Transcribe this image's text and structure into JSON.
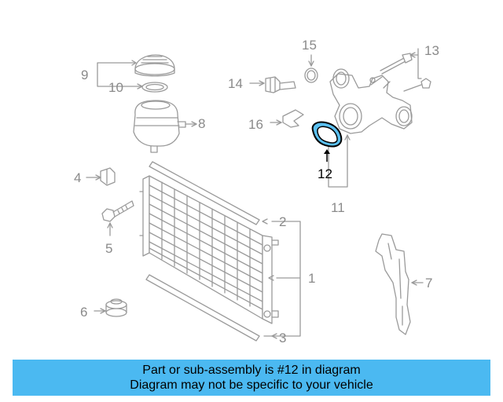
{
  "diagram": {
    "callouts": {
      "c1": "1",
      "c2": "2",
      "c3": "3",
      "c4": "4",
      "c5": "5",
      "c6": "6",
      "c7": "7",
      "c8": "8",
      "c9": "9",
      "c10": "10",
      "c11": "11",
      "c12": "12",
      "c13": "13",
      "c14": "14",
      "c15": "15",
      "c16": "16"
    },
    "highlighted_part": "12",
    "highlight_color": "#5bc0f0"
  },
  "banner": {
    "line1": "Part or sub-assembly is #12 in diagram",
    "line2": "Diagram may not be specific to your vehicle",
    "color": "#4bb9f1"
  }
}
